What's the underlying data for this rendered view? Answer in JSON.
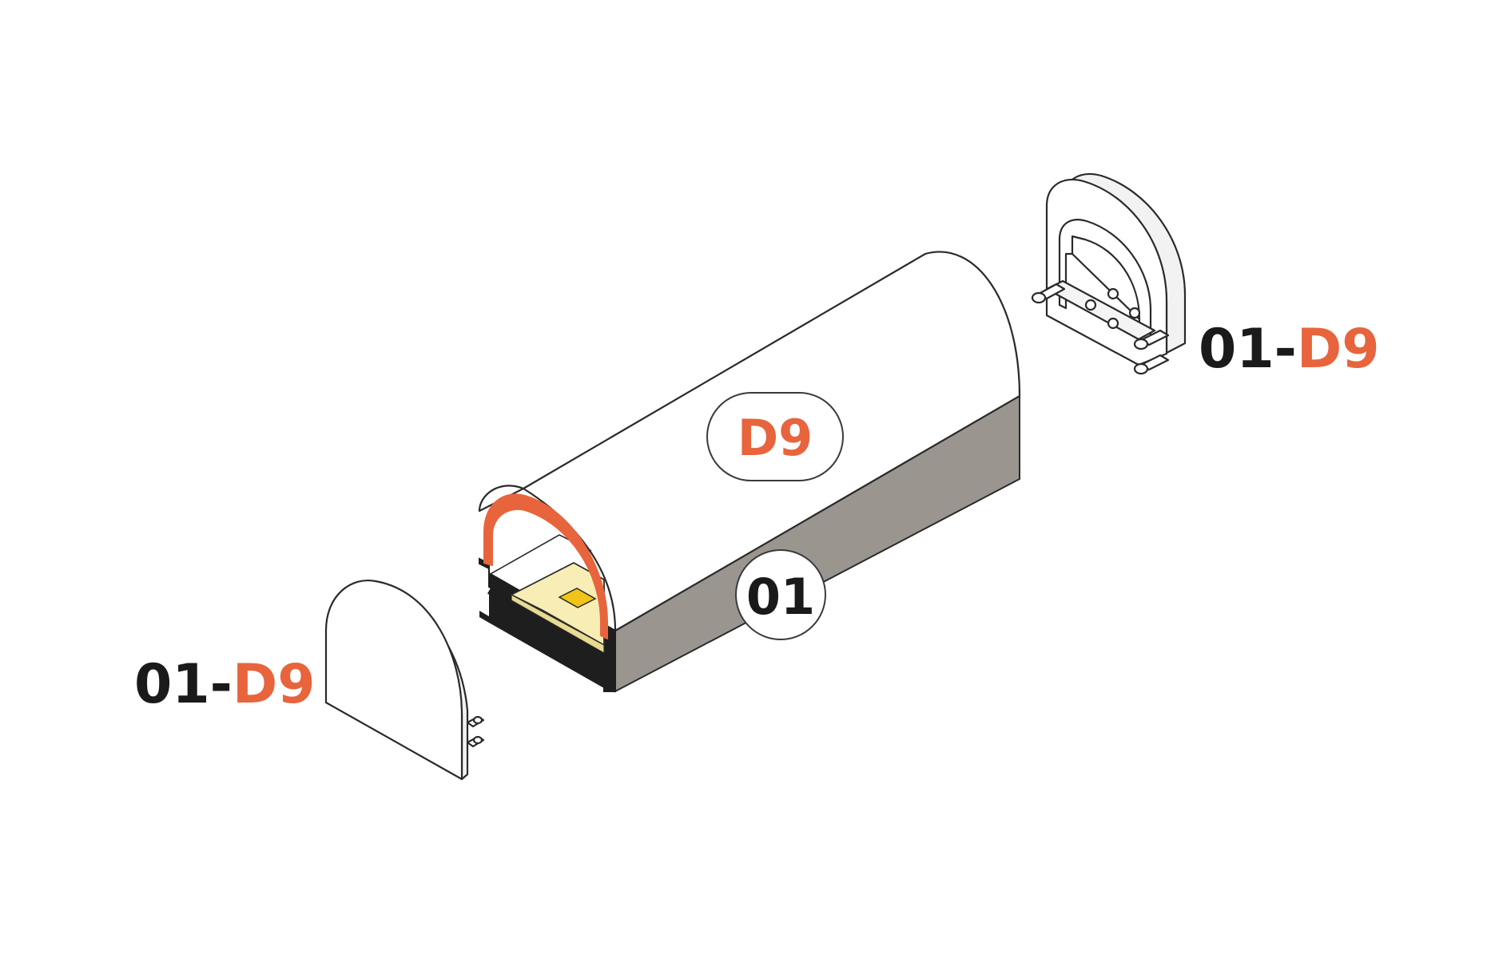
{
  "labels": {
    "cover": "D9",
    "profile": "01",
    "endcap_right_prefix": "01-",
    "endcap_right_suffix": "D9",
    "endcap_left_prefix": "01-",
    "endcap_left_suffix": "D9"
  },
  "colors": {
    "accent": "#E8643C",
    "dark": "#1A1A1A",
    "profile_side": "#9B9590",
    "profile_black": "#1E1E1E",
    "led_strip": "#F7EDB5",
    "led_chip": "#F0C419"
  }
}
